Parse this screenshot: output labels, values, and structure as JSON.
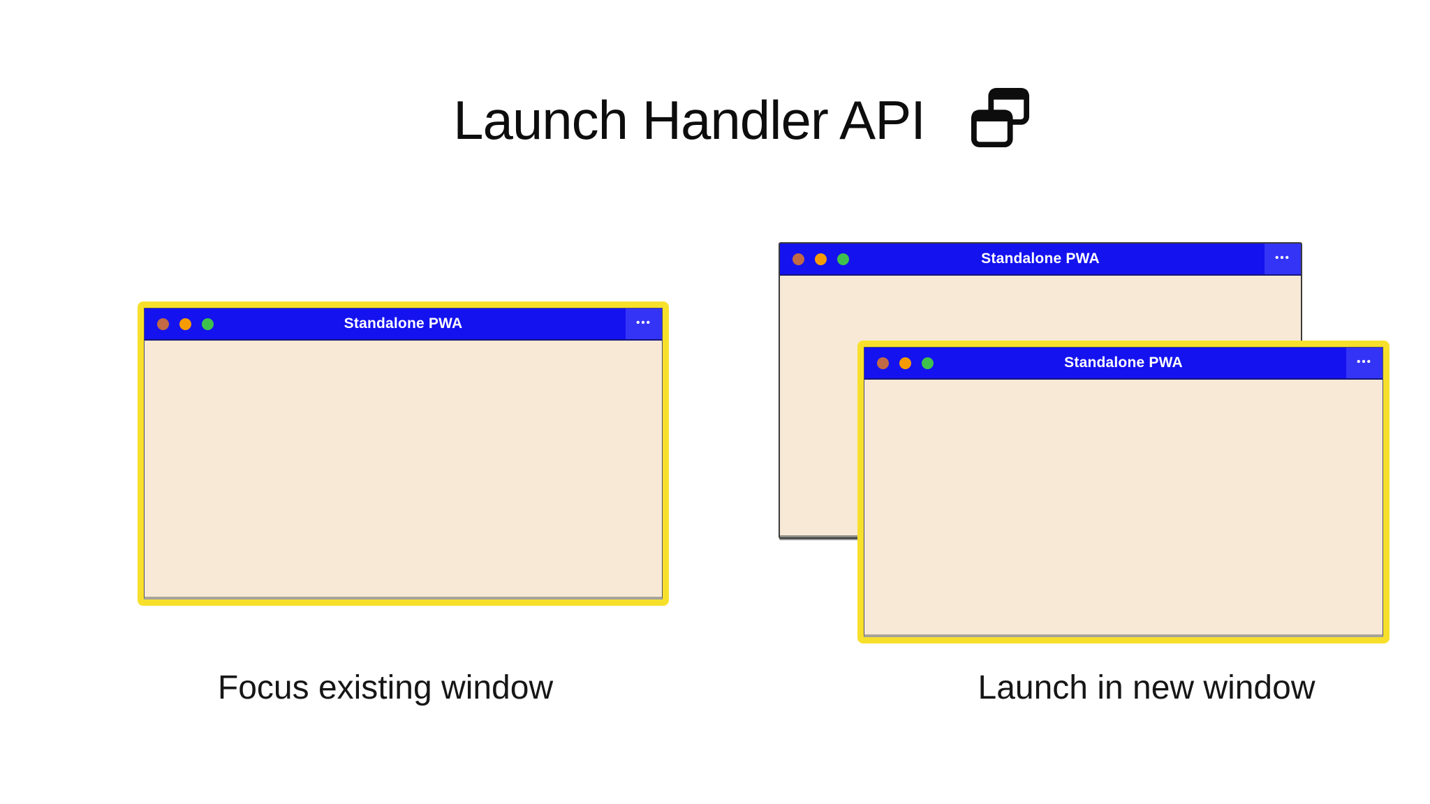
{
  "header": {
    "title": "Launch Handler API",
    "icon": "overlapping-windows-icon"
  },
  "glyphs": {
    "ellipsis": "•••"
  },
  "colors": {
    "ink": "#0d0d0d",
    "titlebar_blue": "#1412ef",
    "menu_blue": "#3434f6",
    "body_cream": "#f8e9d6",
    "accent_yellow": "#f7e02b",
    "back_border": "#3a3a3a",
    "dot_red": "#c16a45",
    "dot_orange": "#f79b04",
    "dot_green": "#3ec24d"
  },
  "left_figure": {
    "window": {
      "title": "Standalone PWA"
    },
    "caption": "Focus existing window"
  },
  "right_figure": {
    "back_window": {
      "title": "Standalone PWA"
    },
    "front_window": {
      "title": "Standalone PWA"
    },
    "caption": "Launch in new window"
  }
}
